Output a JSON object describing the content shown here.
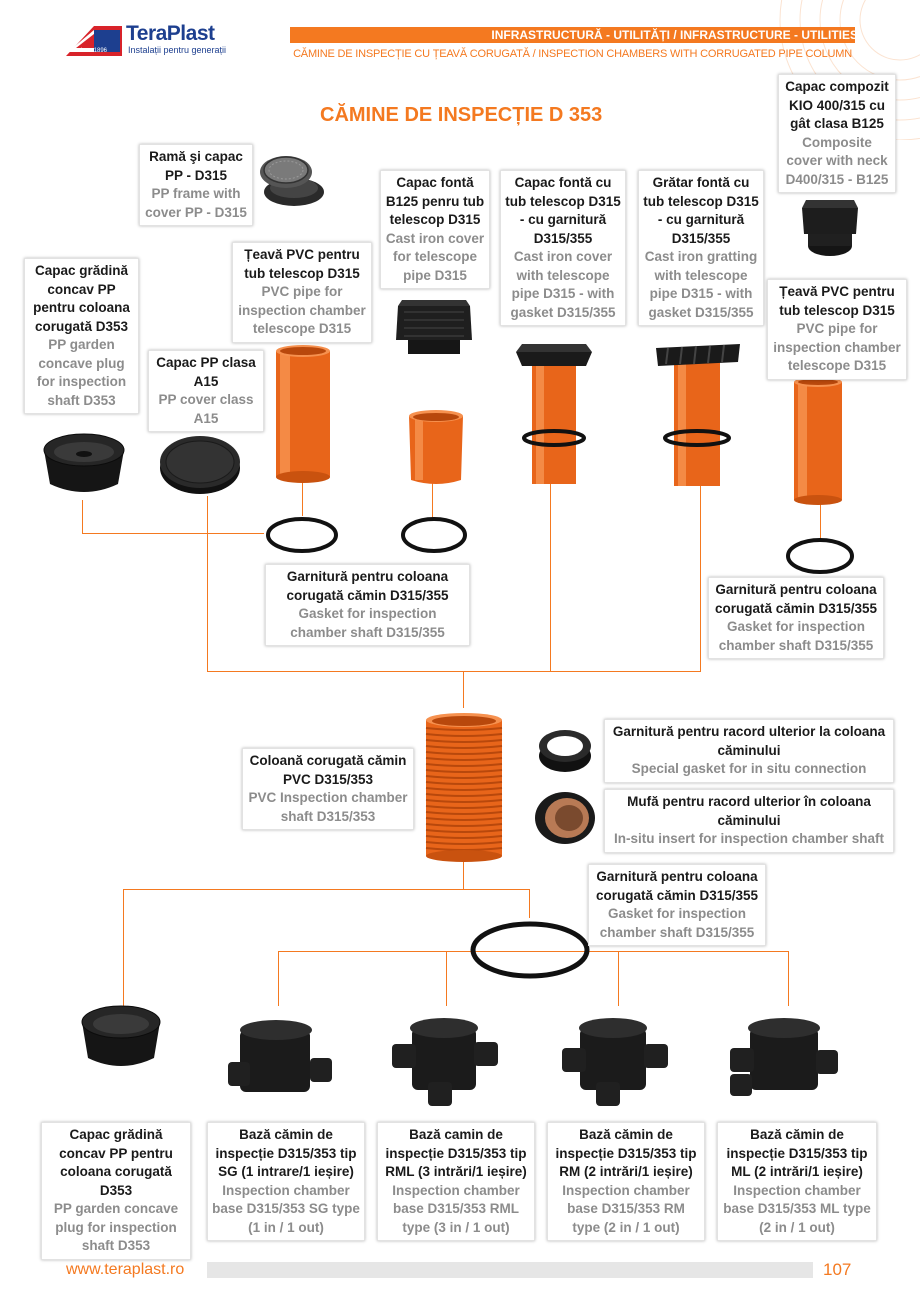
{
  "header": {
    "logo_name": "TeraPlast",
    "logo_tagline": "Instalații pentru generații",
    "logo_since": "since 1896",
    "section_line": "INFRASTRUCTURĂ - UTILITĂȚI / INFRASTRUCTURE - UTILITIES",
    "subsection_line": "CĂMINE DE INSPECȚIE CU ȚEAVĂ CORUGATĂ / INSPECTION CHAMBERS WITH CORRUGATED PIPE COLUMN"
  },
  "title": "CĂMINE DE INSPECȚIE D 353",
  "labels": {
    "rama_capac": {
      "ro": "Ramă şi capac PP - D315",
      "en": "PP frame with cover PP - D315"
    },
    "capac_gradina_top": {
      "ro": "Capac grădină concav PP pentru coloana corugată D353",
      "en": "PP garden concave plug for inspection shaft D353"
    },
    "capac_pp_a15": {
      "ro": "Capac PP clasa A15",
      "en": "PP cover class A15"
    },
    "teava_pvc_left": {
      "ro": "Țeavă PVC pentru tub telescop D315",
      "en": "PVC pipe for inspection chamber telescope D315"
    },
    "capac_fonta_b125": {
      "ro": "Capac fontă B125 penru tub telescop D315",
      "en": "Cast iron cover for telescope pipe D315"
    },
    "capac_fonta_garnitura": {
      "ro": "Capac fontă cu tub telescop D315 - cu garnitură D315/355",
      "en": "Cast iron cover with telescope pipe D315 - with gasket D315/355"
    },
    "gratar_fonta": {
      "ro": "Grătar fontă cu tub telescop D315 - cu garnitură D315/355",
      "en": "Cast iron gratting with telescope pipe D315 - with gasket D315/355"
    },
    "capac_compozit": {
      "ro": "Capac compozit KIO 400/315 cu gât clasa B125",
      "en": "Composite cover with neck D400/315 - B125"
    },
    "teava_pvc_right": {
      "ro": "Țeavă PVC pentru tub telescop D315",
      "en": "PVC pipe for inspection chamber telescope D315"
    },
    "garnitura_mid": {
      "ro": "Garnitură pentru coloana corugată cămin D315/355",
      "en": "Gasket for inspection chamber shaft D315/355"
    },
    "garnitura_right": {
      "ro": "Garnitură pentru coloana corugată cămin D315/355",
      "en": "Gasket for inspection chamber shaft D315/355"
    },
    "coloana": {
      "ro": "Coloană corugată cămin PVC D315/353",
      "en": "PVC Inspection chamber shaft D315/353"
    },
    "garnitura_racord": {
      "ro": "Garnitură pentru racord ulterior la coloana căminului",
      "en": "Special gasket for in situ connection"
    },
    "mufa_racord": {
      "ro": "Mufă pentru racord ulterior în coloana căminului",
      "en": "In-situ insert for inspection chamber shaft"
    },
    "garnitura_low": {
      "ro": "Garnitură pentru coloana corugată cămin D315/355",
      "en": "Gasket for inspection chamber shaft D315/355"
    },
    "capac_gradina_bottom": {
      "ro": "Capac grădină concav PP pentru coloana corugată D353",
      "en": "PP garden concave plug for inspection shaft D353"
    },
    "baza_sg": {
      "ro": "Bază cămin de inspecție D315/353 tip SG (1 intrare/1 ieșire)",
      "en": "Inspection chamber base D315/353 SG type (1 in / 1 out)"
    },
    "baza_rml": {
      "ro": "Bază camin de inspecție D315/353 tip RML (3 intrări/1 ieșire)",
      "en": "Inspection chamber base D315/353 RML type (3 in / 1 out)"
    },
    "baza_rm": {
      "ro": "Bază cămin de inspecție D315/353 tip RM (2 intrări/1 ieșire)",
      "en": "Inspection chamber base D315/353 RM type (2 in / 1 out)"
    },
    "baza_ml": {
      "ro": "Bază cămin de inspecție D315/353 tip ML (2 intrări/1 ieșire)",
      "en": "Inspection chamber base D315/353 ML type (2 in / 1 out)"
    }
  },
  "footer": {
    "url": "www.teraplast.ro",
    "page": "107"
  },
  "colors": {
    "accent": "#f47920",
    "brand_blue": "#1d3f8f",
    "pipe_orange": "#e8651a",
    "product_black": "#1c1c1c"
  }
}
